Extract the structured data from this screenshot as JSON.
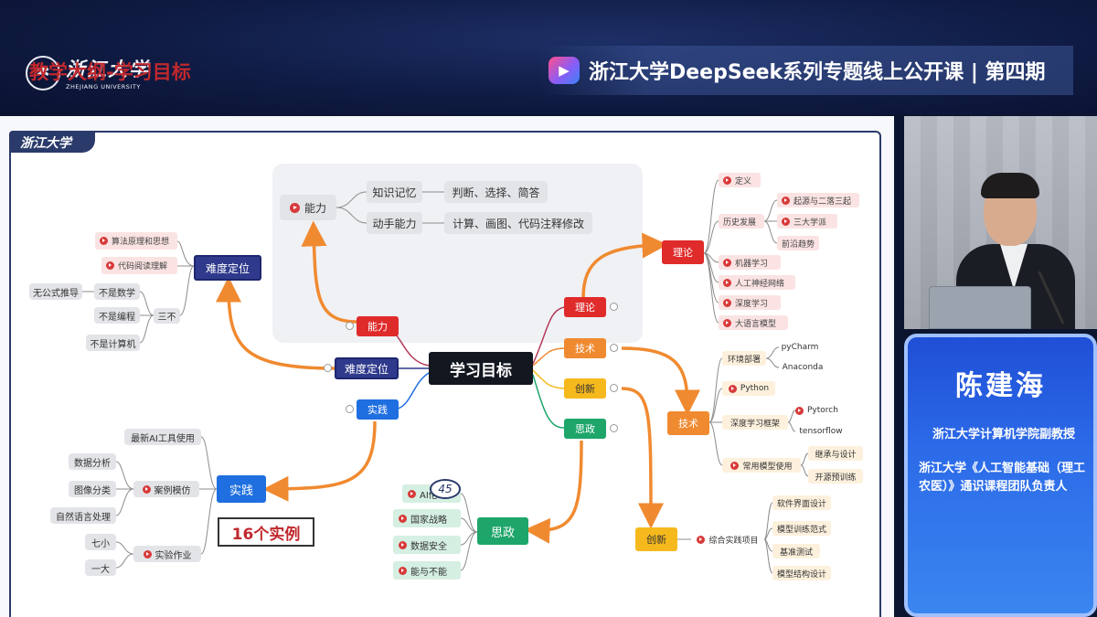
{
  "header": {
    "logo_cn": "浙江大学",
    "logo_en": "ZHEJIANG UNIVERSITY",
    "course_title": "浙江大学DeepSeek系列专题线上公开课 | 第四期"
  },
  "slide": {
    "tab_logo": "浙江大学",
    "title": "教学大纲-学习目标",
    "page_number": "45",
    "center": "学习目标",
    "cases_callout": "16个实例",
    "branches": {
      "ability": {
        "hub": "能力",
        "main": "能力",
        "items": [
          {
            "label": "知识记忆",
            "detail": "判断、选择、简答"
          },
          {
            "label": "动手能力",
            "detail": "计算、画图、代码注释修改"
          }
        ]
      },
      "difficulty": {
        "hub": "难度定位",
        "main": "难度定位",
        "items": [
          "算法原理和思想",
          "代码阅读理解"
        ],
        "sanbu": "三不",
        "sanbu_items": [
          "不是数学",
          "不是编程",
          "不是计算机"
        ],
        "no_formula": "无公式推导"
      },
      "practice": {
        "hub": "实践",
        "main": "实践",
        "latest": "最新AI工具使用",
        "case_study": "案例模仿",
        "case_items": [
          "数据分析",
          "图像分类",
          "自然语言处理"
        ],
        "homework": "实验作业",
        "homework_items": [
          "七小",
          "一大"
        ]
      },
      "theory": {
        "hub": "理论",
        "main": "理论",
        "items": [
          "定义",
          "历史发展",
          "机器学习",
          "人工神经网络",
          "深度学习",
          "大语言模型"
        ],
        "history_items": [
          "起源与二落三起",
          "三大学派",
          "前沿趋势"
        ]
      },
      "tech": {
        "hub": "技术",
        "main": "技术",
        "env": "环境部署",
        "env_items": [
          "pyCharm",
          "Anaconda"
        ],
        "python": "Python",
        "dl_framework": "深度学习框架",
        "dl_items": [
          "Pytorch",
          "tensorflow"
        ],
        "model_use": "常用模型使用",
        "model_items": [
          "继承与设计",
          "开源预训练"
        ]
      },
      "innovation": {
        "hub": "创新",
        "main": "创新",
        "project": "综合实践项目",
        "project_items": [
          "软件界面设计",
          "模型训练范式",
          "基准测试",
          "模型结构设计"
        ]
      },
      "ideology": {
        "hub": "思政",
        "main": "思政",
        "items": [
          "AI伦理",
          "国家战略",
          "数据安全",
          "能与不能"
        ]
      }
    }
  },
  "speaker": {
    "name": "陈建海",
    "title": "浙江大学计算机学院副教授",
    "role": "浙江大学《人工智能基础（理工农医）》通识课程团队负责人"
  },
  "colors": {
    "header_bg": "#0f1b43",
    "slide_title": "#c0282d",
    "arrow_orange": "#f08a30",
    "bio_blue": "#2c6ae8"
  }
}
